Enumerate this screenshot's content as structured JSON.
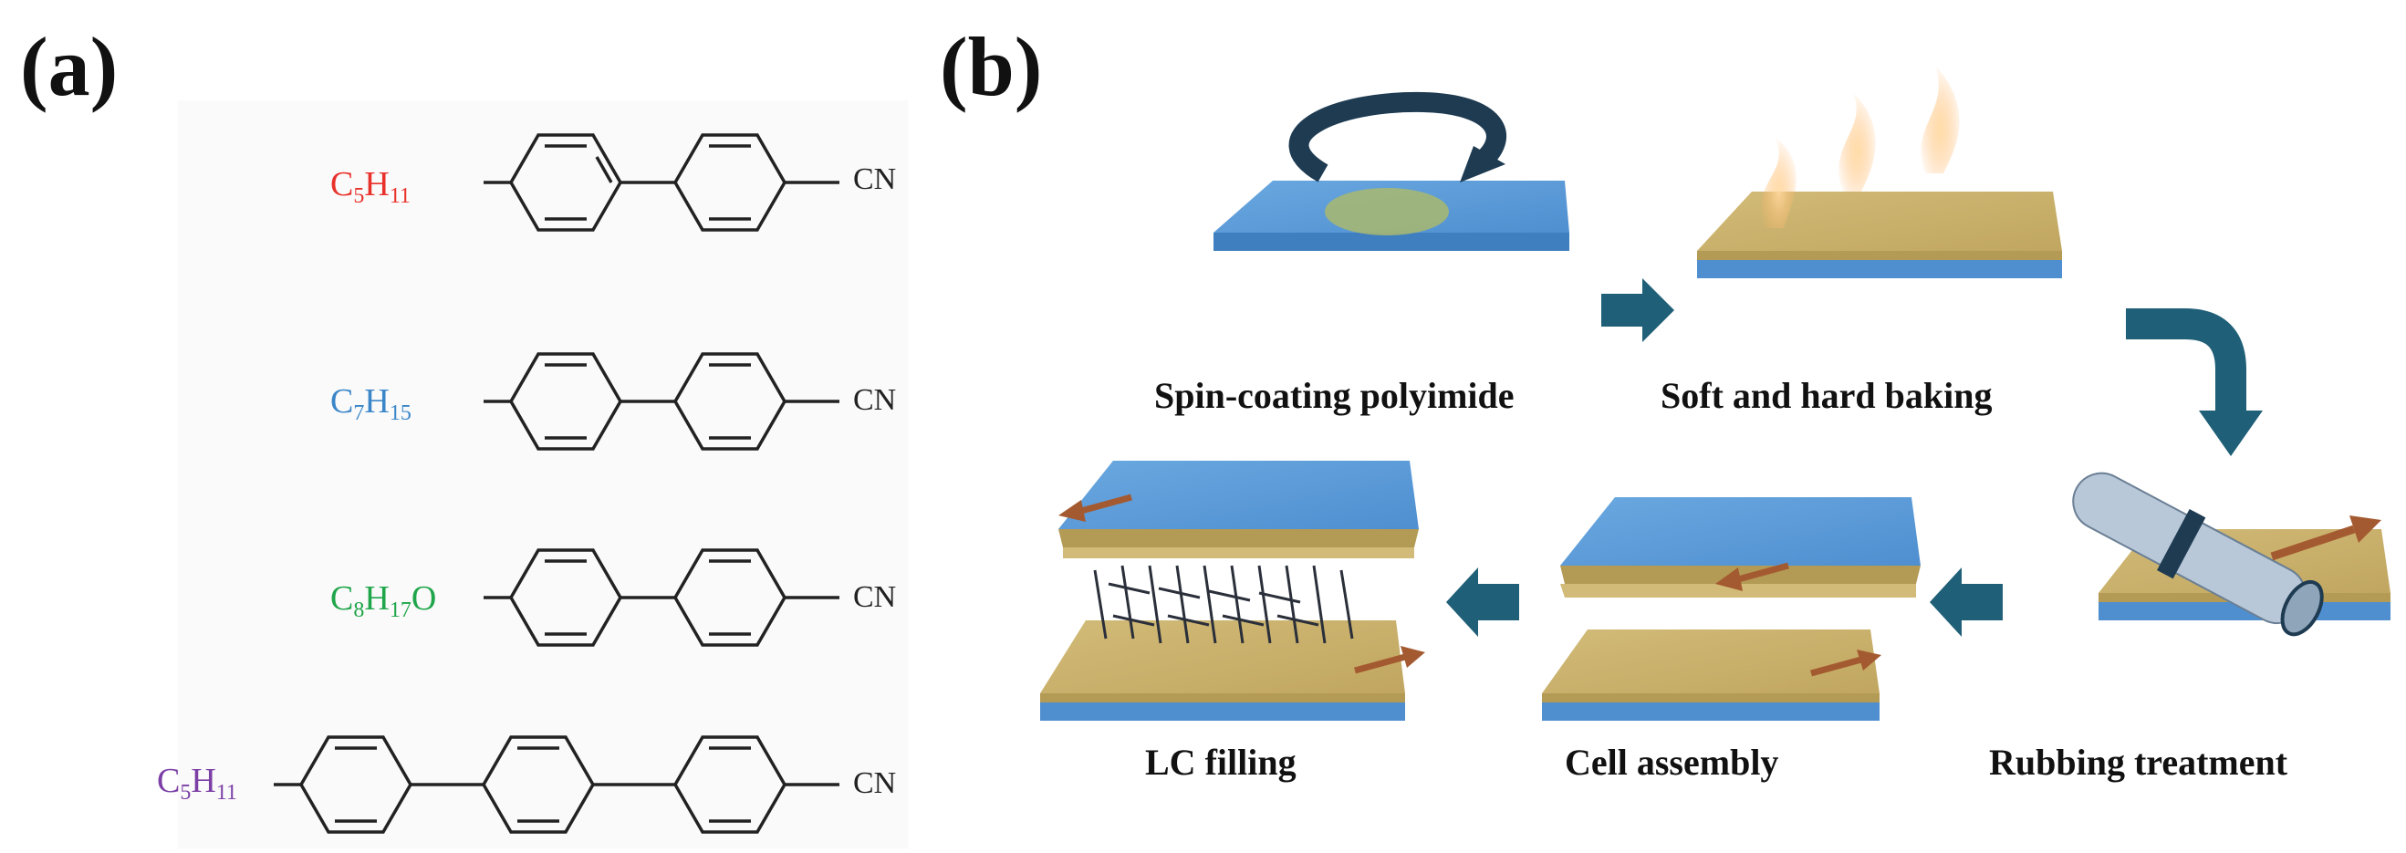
{
  "panels": {
    "a": {
      "label": "(a)",
      "molecules": [
        {
          "substituent_main": "C",
          "sub1": "5",
          "mid": "H",
          "sub2": "11",
          "tail": "",
          "color": "#e8312a",
          "end_group": "CN",
          "rings": 2
        },
        {
          "substituent_main": "C",
          "sub1": "7",
          "mid": "H",
          "sub2": "15",
          "tail": "",
          "color": "#3a86c8",
          "end_group": "CN",
          "rings": 2
        },
        {
          "substituent_main": "C",
          "sub1": "8",
          "mid": "H",
          "sub2": "17",
          "tail": "O",
          "color": "#1fa54a",
          "end_group": "CN",
          "rings": 2
        },
        {
          "substituent_main": "C",
          "sub1": "5",
          "mid": "H",
          "sub2": "11",
          "tail": "",
          "color": "#7b3fa6",
          "end_group": "CN",
          "rings": 3
        }
      ]
    },
    "b": {
      "label": "(b)",
      "steps": [
        "Spin-coating polyimide",
        "Soft and hard baking",
        "Rubbing treatment",
        "Cell assembly",
        "LC filling"
      ]
    }
  },
  "colors": {
    "substrate_blue": "#5b9bd8",
    "polyimide_tan": "#c9b06a",
    "process_arrow": "#1f5f77",
    "rubbing_arrow": "#a45a30"
  }
}
